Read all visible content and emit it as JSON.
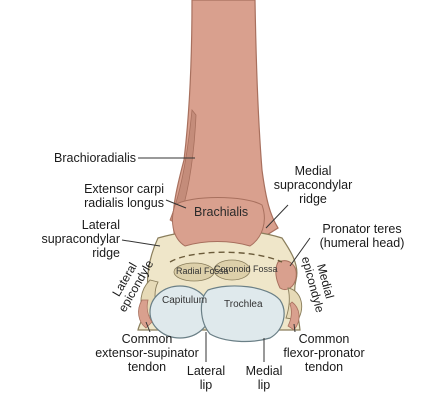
{
  "labels": {
    "brachioradialis": "Brachioradialis",
    "ecrl_1": "Extensor carpi",
    "ecrl_2": "radialis longus",
    "lat_ridge_1": "Lateral",
    "lat_ridge_2": "supracondylar",
    "lat_ridge_3": "ridge",
    "med_ridge_1": "Medial",
    "med_ridge_2": "supracondylar",
    "med_ridge_3": "ridge",
    "pronator_1": "Pronator teres",
    "pronator_2": "(humeral head)",
    "brachialis": "Brachialis",
    "lat_epi_1": "Lateral",
    "lat_epi_2": "epicondyle",
    "med_epi_1": "Medial",
    "med_epi_2": "epicondyle",
    "radial_fossa": "Radial Fossa",
    "coronoid_fossa": "Coronoid Fossa",
    "capitulum": "Capitulum",
    "trochlea": "Trochlea",
    "ces_1": "Common",
    "ces_2": "extensor-supinator",
    "ces_3": "tendon",
    "cfp_1": "Common",
    "cfp_2": "flexor-pronator",
    "cfp_3": "tendon",
    "lat_lip_1": "Lateral",
    "lat_lip_2": "lip",
    "med_lip_1": "Medial",
    "med_lip_2": "lip"
  },
  "colors": {
    "muscle": "#d9a08e",
    "muscle_dark": "#b9806c",
    "bone": "#efe6c9",
    "bone_shadow": "#cfc3a0",
    "cartilage": "#dfe9ec",
    "leader": "#333333"
  }
}
